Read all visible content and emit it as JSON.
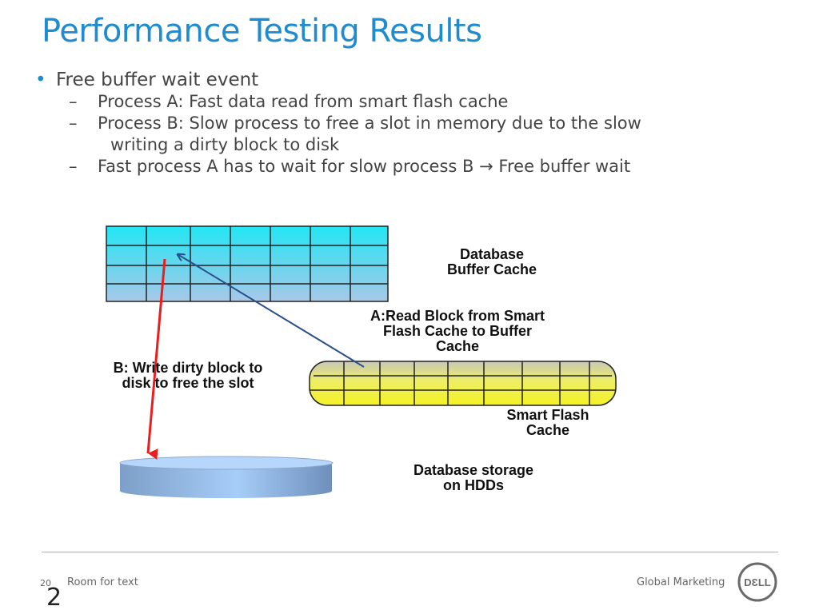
{
  "title": "Performance Testing Results",
  "bullets": {
    "main": "Free buffer wait event",
    "sub1": "Process A: Fast data read from smart flash cache",
    "sub2_line1": "Process B: Slow process to free a slot in memory due to the slow",
    "sub2_line2": "writing a dirty block to disk",
    "sub3_pre": "Fast process A has to wait for slow  process B",
    "sub3_arrow": "→",
    "sub3_post": "Free buffer wait"
  },
  "diagram": {
    "buffer_label_1": "Database",
    "buffer_label_2": "Buffer Cache",
    "read_label_1": "A:Read Block from Smart",
    "read_label_2": "Flash Cache to Buffer",
    "read_label_3": "Cache",
    "write_label_1": "B: Write dirty block to",
    "write_label_2": "disk to free the slot",
    "flash_label_1": "Smart Flash",
    "flash_label_2": "Cache",
    "storage_label_1": "Database storage",
    "storage_label_2": "on HDDs",
    "colors": {
      "buffer_top": "#22e6f4",
      "buffer_bottom": "#a8c8e8",
      "flash_top": "#c8c8b8",
      "flash_bottom": "#f4f222",
      "disk": "#8aaed4",
      "read_arrow": "#2a4f8a",
      "write_arrow": "#ee1c1c"
    }
  },
  "footer": {
    "page_number": "20",
    "room_text": "Room for text",
    "brand_text": "Global Marketing",
    "large_number": "2",
    "logo_text": "DƐLL"
  }
}
